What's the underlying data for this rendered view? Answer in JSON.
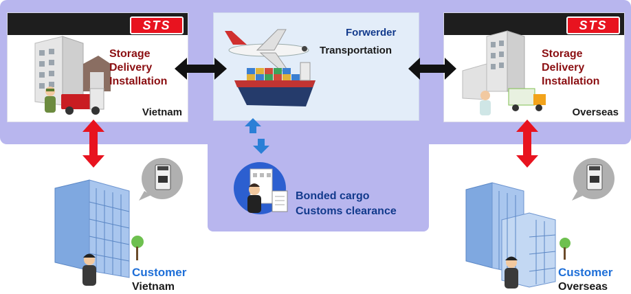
{
  "logo": {
    "text": "STS"
  },
  "left_panel": {
    "services": [
      "Storage",
      "Delivery",
      "Installation"
    ],
    "region": "Vietnam"
  },
  "right_panel": {
    "services": [
      "Storage",
      "Delivery",
      "Installation"
    ],
    "region": "Overseas"
  },
  "center_panel": {
    "title": "Forwerder",
    "subtitle": "Transportation"
  },
  "bonded": {
    "line1": "Bonded cargo",
    "line2": "Customs clearance"
  },
  "customer_left": {
    "label": "Customer",
    "region": "Vietnam"
  },
  "customer_right": {
    "label": "Customer",
    "region": "Overseas"
  },
  "colors": {
    "band": "#b8b6ee",
    "services_text": "#8b0f12",
    "forwarder_text": "#123a8c",
    "customer_text": "#1e6fd8",
    "logo_red": "#e8131f",
    "arrow_red": "#e8131f",
    "arrow_black": "#111111",
    "arrow_blue": "#2b7fd6"
  }
}
